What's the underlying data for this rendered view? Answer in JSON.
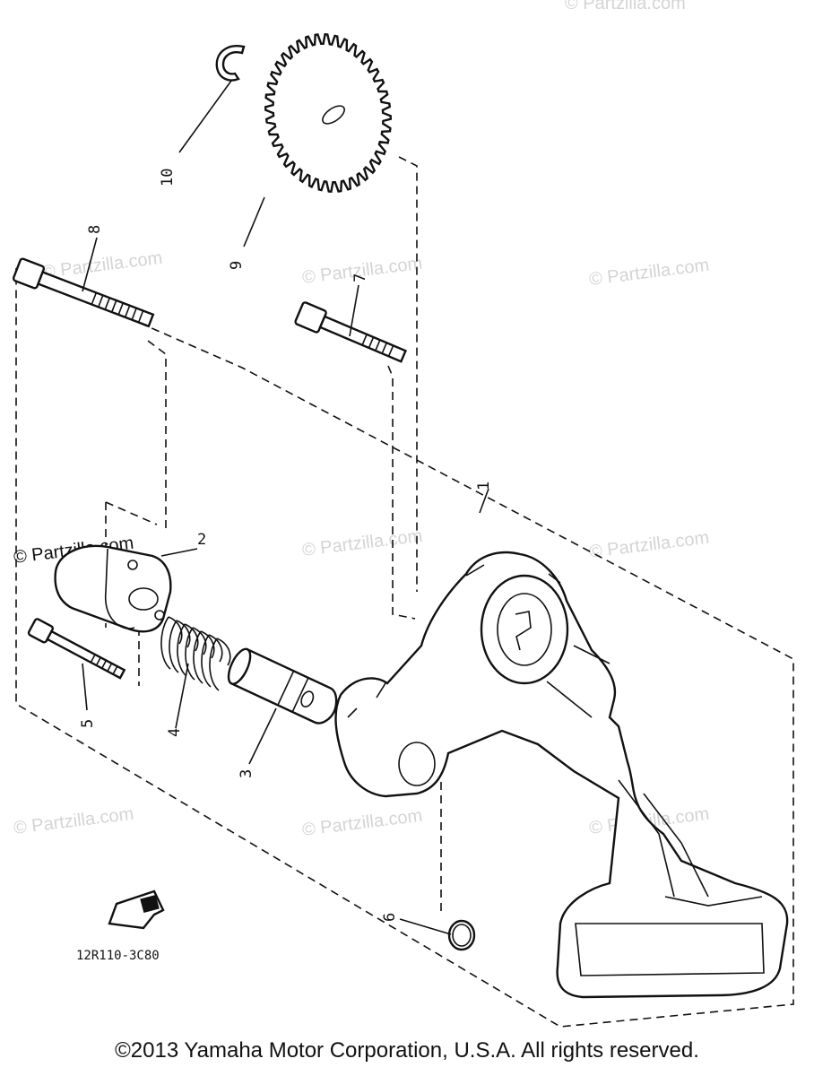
{
  "diagram": {
    "parts": [
      {
        "callout": "1",
        "part": "oil-pump-assembly"
      },
      {
        "callout": "2",
        "part": "cover"
      },
      {
        "callout": "3",
        "part": "plunger"
      },
      {
        "callout": "4",
        "part": "spring"
      },
      {
        "callout": "5",
        "part": "bolt"
      },
      {
        "callout": "6",
        "part": "o-ring"
      },
      {
        "callout": "7",
        "part": "bolt"
      },
      {
        "callout": "8",
        "part": "bolt"
      },
      {
        "callout": "9",
        "part": "gear"
      },
      {
        "callout": "10",
        "part": "circlip"
      }
    ],
    "drawing_code": "12R110-3C80",
    "watermark": "© Partzilla.com",
    "copyright": "©2013 Yamaha Motor Corporation, U.S.A. All rights reserved.",
    "colors": {
      "line": "#111111",
      "watermark": "#d4d4d4",
      "background": "#ffffff"
    }
  }
}
